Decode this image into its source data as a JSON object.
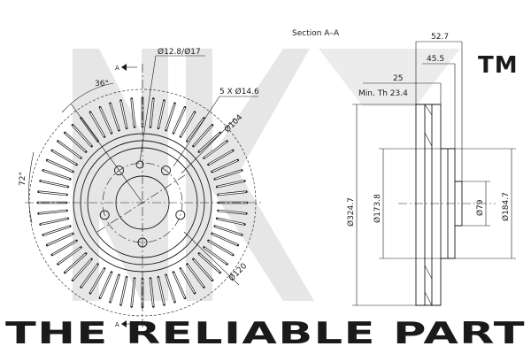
{
  "watermark": {
    "logo_mark": "NK",
    "tagline": "THE RELIABLE PART",
    "trademark": "TM"
  },
  "section_label": "Section A–A",
  "section_marker": "A",
  "front_view": {
    "angle_top": "36°",
    "angle_left": "72°",
    "center_hole_dia": "Ø12.8/Ø17",
    "bolt_holes": "5 X Ø14.6",
    "bolt_circle": "Ø104",
    "outer_mark": "Ø120"
  },
  "section_view": {
    "overall_width": "52.7",
    "hat_height": "45.5",
    "disc_thickness": "25",
    "min_thickness": "Min. Th 23.4",
    "outer_dia": "Ø324.7",
    "friction_inner_dia": "Ø173.8",
    "center_bore": "Ø79",
    "hat_dia": "Ø184.7"
  }
}
